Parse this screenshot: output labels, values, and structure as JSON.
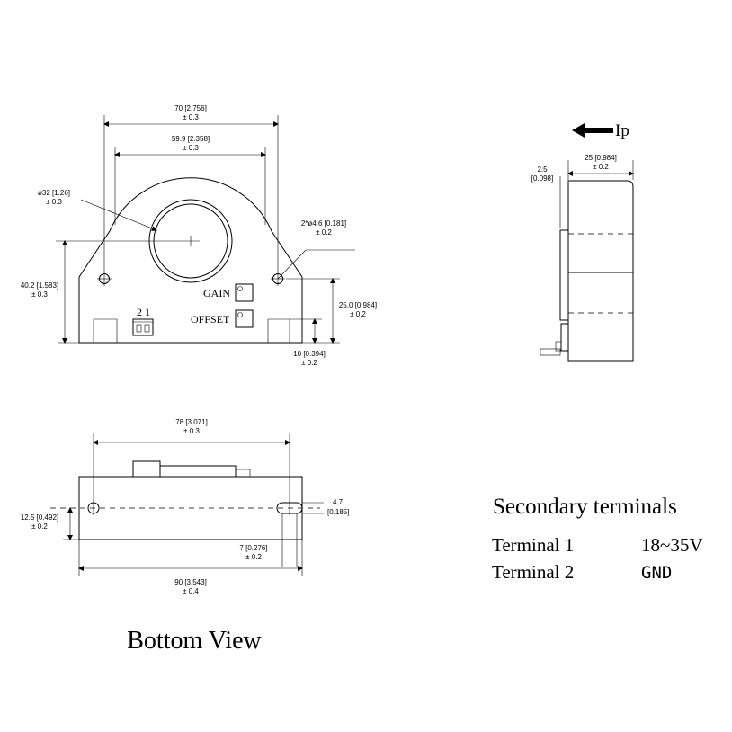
{
  "front_view": {
    "dim_outer_width": "70 [2.756]",
    "dim_outer_width_tol": "± 0.3",
    "dim_inner_width": "59.9 [2.358]",
    "dim_inner_width_tol": "± 0.3",
    "dim_aperture": "ø32 [1.26]",
    "dim_aperture_tol": "± 0.3",
    "dim_holes": "2*ø4.6 [0.181]",
    "dim_holes_tol": "± 0.2",
    "dim_height": "40.2 [1.583]",
    "dim_height_tol": "± 0.3",
    "dim_hole_height": "25.0 [0.984]",
    "dim_hole_height_tol": "± 0.2",
    "dim_foot": "10 [0.394]",
    "dim_foot_tol": "± 0.2",
    "gain_label": "GAIN",
    "offset_label": "OFFSET",
    "connector_pins": "2 1"
  },
  "side_view": {
    "current_label": "Ip",
    "dim_depth": "25 [0.984]",
    "dim_depth_tol": "± 0.2",
    "dim_flange": "2.5",
    "dim_flange_in": "[0.098]"
  },
  "bottom_view": {
    "dim_hole_spacing": "78 [3.071]",
    "dim_hole_spacing_tol": "± 0.3",
    "dim_slot_width": "4.7",
    "dim_slot_width_in": "[0.185]",
    "dim_center": "12.5 [0.492]",
    "dim_center_tol": "± 0.2",
    "dim_edge": "7 [0.276]",
    "dim_edge_tol": "± 0.2",
    "dim_total_length": "90 [3.543]",
    "dim_total_length_tol": "± 0.4",
    "title": "Bottom View"
  },
  "terminals": {
    "heading": "Secondary terminals",
    "rows": [
      {
        "name": "Terminal 1",
        "value": "18~35V"
      },
      {
        "name": "Terminal 2",
        "value": "GND"
      }
    ]
  }
}
